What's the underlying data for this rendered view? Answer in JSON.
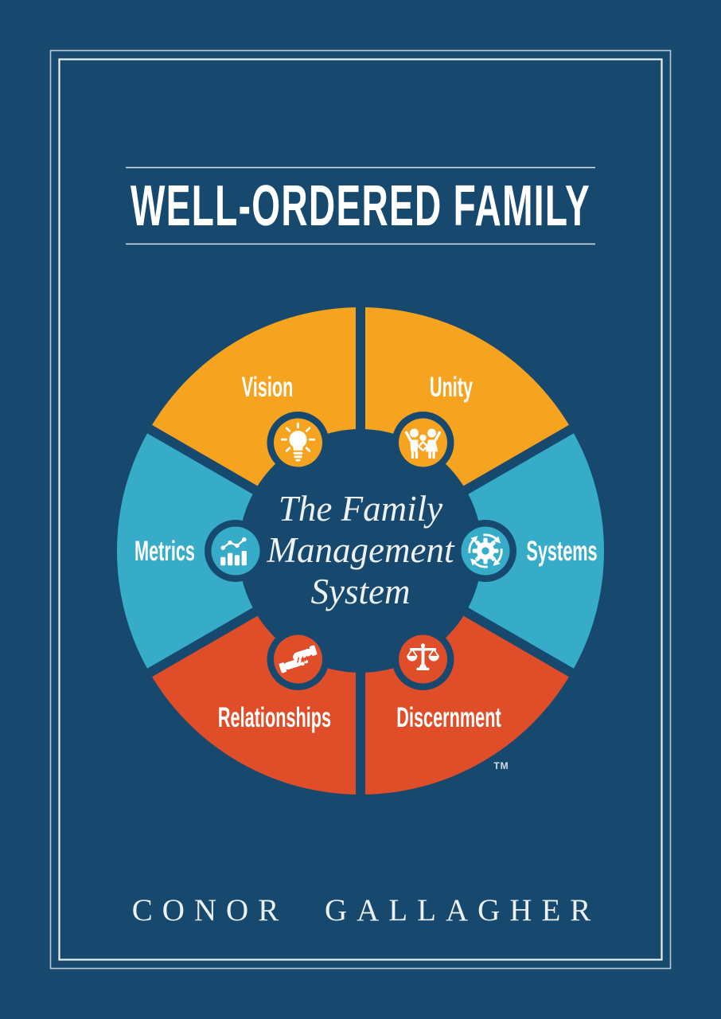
{
  "cover": {
    "title": "WELL-ORDERED FAMILY",
    "author": "CONOR GALLAGHER",
    "trademark": "TM"
  },
  "wheel": {
    "center_label": {
      "line1": "The Family",
      "line2": "Management",
      "line3": "System"
    },
    "segments": [
      {
        "label": "Vision",
        "icon": "lightbulb-icon",
        "color": "#F6A320",
        "position": "top-left"
      },
      {
        "label": "Unity",
        "icon": "family-icon",
        "color": "#F6A320",
        "position": "top-right"
      },
      {
        "label": "Systems",
        "icon": "gear-cycle-icon",
        "color": "#36ACC8",
        "position": "right"
      },
      {
        "label": "Discernment",
        "icon": "scales-icon",
        "color": "#E04E29",
        "position": "bottom-right"
      },
      {
        "label": "Relationships",
        "icon": "handshake-icon",
        "color": "#E04E29",
        "position": "bottom-left"
      },
      {
        "label": "Metrics",
        "icon": "bar-chart-icon",
        "color": "#36ACC8",
        "position": "left"
      }
    ]
  },
  "colors": {
    "background": "#17496F",
    "orange": "#F6A320",
    "teal": "#36ACC8",
    "red": "#E04E29",
    "text": "#FFFFFF"
  }
}
